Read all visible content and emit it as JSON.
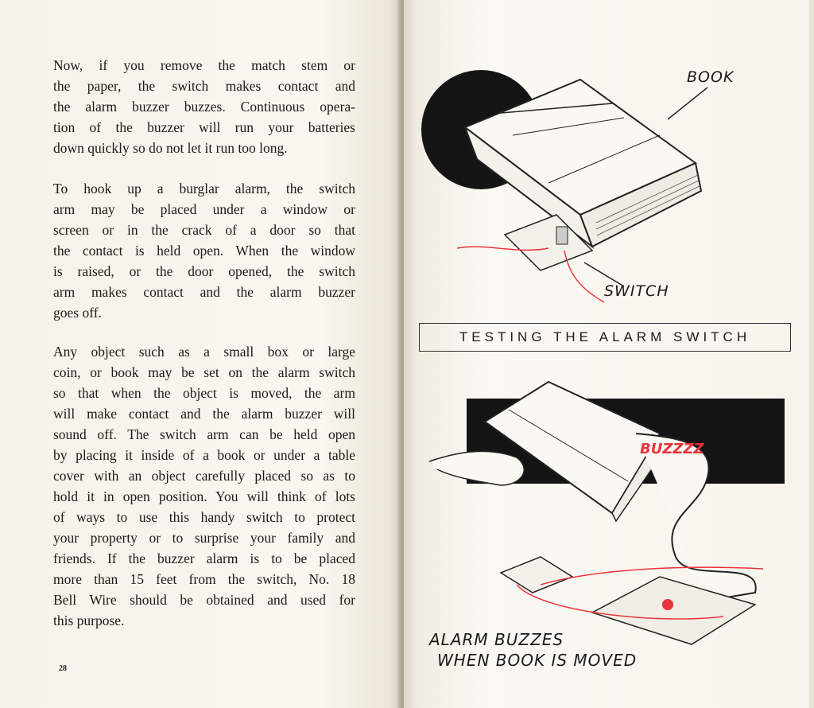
{
  "left_page": {
    "paragraphs": [
      [
        "Now, if you remove the match stem or",
        "the paper, the switch makes contact and",
        "the alarm buzzer buzzes. Continuous opera-",
        "tion of the buzzer will run your batteries",
        "down quickly so do not let it run too long."
      ],
      [
        "To hook up a burglar alarm, the switch",
        "arm may be placed under a window or",
        "screen or in the crack of a door so that",
        "the contact is held open. When the window",
        "is raised, or the door opened, the switch",
        "arm makes contact and the alarm buzzer",
        "goes off."
      ],
      [
        "Any object such as a small box or large",
        "coin, or book may be set on the alarm switch",
        "so that when the object is moved, the arm",
        "will make contact and the alarm buzzer will",
        "sound off. The switch arm can be held open",
        "by placing it inside of a book or under a table",
        "cover with an object carefully placed so as to",
        "hold it in open position. You will think of lots",
        "of ways to use this handy switch to protect",
        "your property or to surprise your family and",
        "friends. If the buzzer alarm is to be placed",
        "more than 15 feet from the switch, No. 18",
        "Bell Wire should be obtained and used for",
        "this purpose."
      ]
    ],
    "page_number": "28"
  },
  "right_page": {
    "top_illustration": {
      "label_book": "BOOK",
      "label_switch": "SWITCH"
    },
    "section_title": "TESTING THE ALARM SWITCH",
    "bottom_illustration": {
      "buzz_text": "BUZZZZ",
      "caption_line1": "ALARM  BUZZES",
      "caption_line2": "WHEN  BOOK  IS  MOVED"
    }
  },
  "colors": {
    "paper": "#f8f5ee",
    "ink": "#1d1a17",
    "accent_red": "#e8333a"
  }
}
